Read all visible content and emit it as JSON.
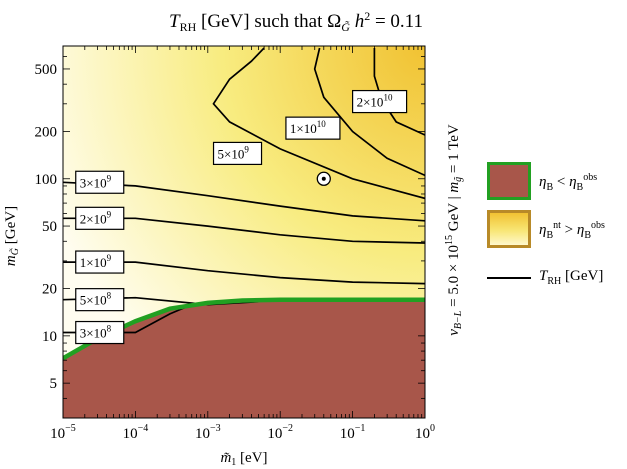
{
  "chart_data": {
    "type": "contour",
    "title": "T_RH [GeV] such that Ω_G̃ h² = 0.11",
    "xlabel": "m̃₁ [eV]",
    "ylabel": "m_G̃ [GeV]",
    "x_scale": "log",
    "y_scale": "log",
    "xlim": [
      1e-05,
      1
    ],
    "ylim": [
      3.0,
      700
    ],
    "x_ticks": [
      {
        "value": 1e-05,
        "base": "10",
        "exp": "−5"
      },
      {
        "value": 0.0001,
        "base": "10",
        "exp": "−4"
      },
      {
        "value": 0.001,
        "base": "10",
        "exp": "−3"
      },
      {
        "value": 0.01,
        "base": "10",
        "exp": "−2"
      },
      {
        "value": 0.1,
        "base": "10",
        "exp": "−1"
      },
      {
        "value": 1,
        "base": "10",
        "exp": "0"
      }
    ],
    "y_ticks": [
      {
        "value": 5,
        "label": "5"
      },
      {
        "value": 10,
        "label": "10"
      },
      {
        "value": 20,
        "label": "20"
      },
      {
        "value": 50,
        "label": "50"
      },
      {
        "value": 100,
        "label": "100"
      },
      {
        "value": 200,
        "label": "200"
      },
      {
        "value": 500,
        "label": "500"
      }
    ],
    "side_label": "v_{B−L} = 5.0 × 10¹⁵ GeV  |  m_g̃ = 1 TeV",
    "exclusion_boundary": [
      [
        1e-05,
        7.2
      ],
      [
        3e-05,
        9.6
      ],
      [
        0.0001,
        12.4
      ],
      [
        0.0003,
        14.9
      ],
      [
        0.001,
        16.2
      ],
      [
        0.003,
        16.8
      ],
      [
        0.01,
        17.0
      ],
      [
        1,
        17.0
      ]
    ],
    "contours": [
      {
        "label": "3×10⁸",
        "mantissa": "3",
        "exp": "8",
        "points": [
          [
            1e-05,
            10.5
          ],
          [
            0.0001,
            10.5
          ],
          [
            0.0003,
            13.8
          ],
          [
            0.0006,
            15.8
          ]
        ]
      },
      {
        "label": "5×10⁸",
        "mantissa": "5",
        "exp": "8",
        "points": [
          [
            1e-05,
            17.0
          ],
          [
            0.0001,
            17.5
          ],
          [
            0.001,
            15.8
          ],
          [
            0.005,
            16.5
          ]
        ]
      },
      {
        "label": "1×10⁹",
        "mantissa": "1",
        "exp": "9",
        "points": [
          [
            1e-05,
            29.5
          ],
          [
            0.0001,
            29.5
          ],
          [
            0.001,
            26.0
          ],
          [
            0.01,
            23.5
          ],
          [
            0.1,
            22.0
          ],
          [
            1,
            21.5
          ]
        ]
      },
      {
        "label": "2×10⁹",
        "mantissa": "2",
        "exp": "9",
        "points": [
          [
            1e-05,
            56.0
          ],
          [
            0.0001,
            56.0
          ],
          [
            0.001,
            50.0
          ],
          [
            0.01,
            44.0
          ],
          [
            0.1,
            40.0
          ],
          [
            1,
            39.0
          ]
        ]
      },
      {
        "label": "3×10⁹",
        "mantissa": "3",
        "exp": "9",
        "points": [
          [
            1e-05,
            95.0
          ],
          [
            0.0001,
            90.0
          ],
          [
            0.001,
            78.0
          ],
          [
            0.01,
            67.0
          ],
          [
            0.1,
            58.0
          ],
          [
            1,
            54.0
          ]
        ]
      },
      {
        "label": "5×10⁹",
        "mantissa": "5",
        "exp": "9",
        "points": [
          [
            1,
            75.0
          ],
          [
            0.1,
            100.0
          ],
          [
            0.01,
            155.0
          ],
          [
            0.002,
            230.0
          ],
          [
            0.0012,
            300.0
          ],
          [
            0.002,
            430.0
          ],
          [
            0.004,
            560.0
          ],
          [
            0.006,
            680.0
          ]
        ]
      },
      {
        "label": "1×10¹⁰",
        "mantissa": "1",
        "exp": "10",
        "points": [
          [
            1,
            105.0
          ],
          [
            0.3,
            135.0
          ],
          [
            0.1,
            200.0
          ],
          [
            0.04,
            330.0
          ],
          [
            0.03,
            500.0
          ],
          [
            0.035,
            680.0
          ]
        ]
      },
      {
        "label": "2×10¹⁰",
        "mantissa": "2",
        "exp": "10",
        "points": [
          [
            1,
            190.0
          ],
          [
            0.4,
            230.0
          ],
          [
            0.25,
            320.0
          ],
          [
            0.2,
            450.0
          ],
          [
            0.2,
            680.0
          ]
        ]
      }
    ],
    "marker": {
      "x": 0.04,
      "y": 100,
      "symbol": "⊙"
    },
    "colors": {
      "excluded": "#a8564a",
      "boundary": "#22a022",
      "bright": "#f1c232",
      "mid": "#f8ec80",
      "pale": "#fffdf0",
      "contour": "#000000"
    },
    "legend": [
      {
        "swatch": "excluded",
        "symbol": "η",
        "sub": "B",
        "relation": "<",
        "rhs_symbol": "η",
        "rhs_sub": "B",
        "rhs_sup": "obs"
      },
      {
        "swatch": "nonthermal",
        "symbol": "η",
        "sub": "B",
        "sup": "nt",
        "relation": ">",
        "rhs_symbol": "η",
        "rhs_sub": "B",
        "rhs_sup": "obs"
      },
      {
        "swatch": "line",
        "symbol": "T",
        "sub": "RH",
        "unit": "[GeV]"
      }
    ]
  }
}
